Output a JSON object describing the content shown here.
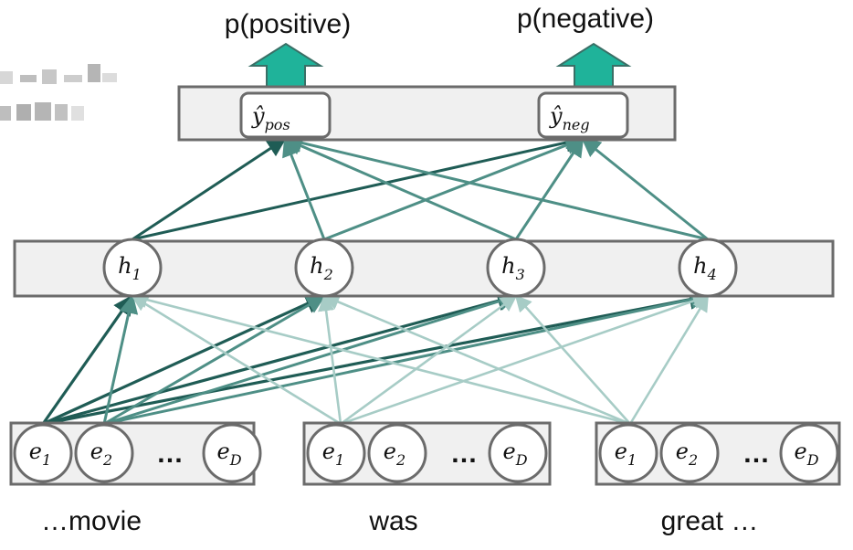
{
  "outputs": {
    "positive_label": "p(positive)",
    "negative_label": "p(negative)",
    "y_pos": {
      "base": "ŷ",
      "sub": "pos"
    },
    "y_neg": {
      "base": "ŷ",
      "sub": "neg"
    }
  },
  "hidden": [
    {
      "base": "h",
      "sub": "1"
    },
    {
      "base": "h",
      "sub": "2"
    },
    {
      "base": "h",
      "sub": "3"
    },
    {
      "base": "h",
      "sub": "4"
    }
  ],
  "embedding_nodes": [
    {
      "base": "e",
      "sub": "1"
    },
    {
      "base": "e",
      "sub": "2"
    },
    {
      "base": "e",
      "sub": "D"
    }
  ],
  "ellipsis": "…",
  "words": [
    "…movie",
    "was",
    "great …"
  ],
  "colors": {
    "dark_edge": "#1f5c55",
    "mid_edge": "#4e8f86",
    "light_edge": "#a7ccc6",
    "arrow_fill": "#1fb39a",
    "arrow_stroke": "#3a6f66"
  },
  "blurred_legend": true
}
